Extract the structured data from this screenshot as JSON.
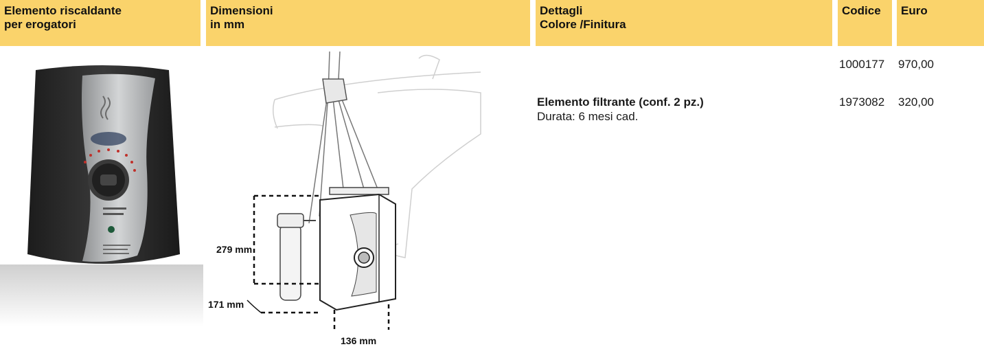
{
  "headers": {
    "product": [
      "Elemento riscaldante",
      "per erogatori"
    ],
    "dimensions": [
      "Dimensioni",
      "in mm"
    ],
    "details": [
      "Dettagli",
      "Colore /Finitura"
    ],
    "code": "Codice",
    "euro": "Euro"
  },
  "rows": [
    {
      "detail_title": "",
      "detail_sub": "",
      "code": "1000177",
      "price": "970,00"
    },
    {
      "detail_title": "Elemento filtrante (conf. 2 pz.)",
      "detail_sub": "Durata: 6 mesi cad.",
      "code": "1973082",
      "price": "320,00"
    }
  ],
  "dimensions": {
    "height": "279 mm",
    "depth": "171 mm",
    "width": "136 mm"
  },
  "colors": {
    "header_bg": "#fad36b",
    "product_body": "#2b2b2b",
    "panel": "#b9bbbd"
  },
  "product_image": {
    "icon": "water-heater-photo"
  },
  "diagram": {
    "icon": "under-sink-installation-drawing"
  }
}
